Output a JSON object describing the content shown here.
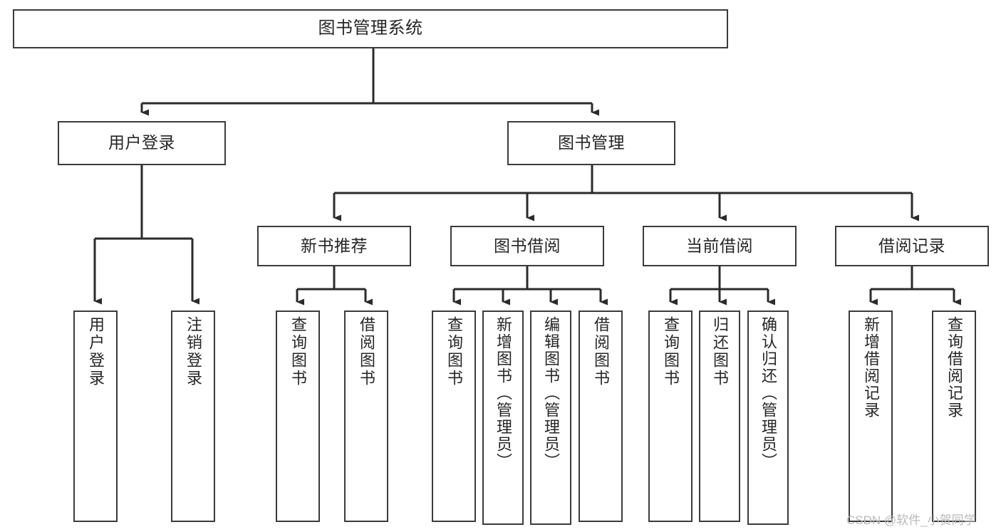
{
  "diagram": {
    "title": "图书管理系统",
    "type": "tree-hierarchy",
    "orientation": "top-down",
    "colors": {
      "box_border": "#3b3b3b",
      "box_fill": "#ffffff",
      "connector": "#2b2b2b",
      "text": "#262626",
      "watermark": "#b9b9b9",
      "background": "#ffffff"
    },
    "root": {
      "label": "图书管理系统"
    },
    "level2": [
      {
        "label": "用户登录"
      },
      {
        "label": "图书管理"
      }
    ],
    "level3": [
      {
        "label": "新书推荐"
      },
      {
        "label": "图书借阅"
      },
      {
        "label": "当前借阅"
      },
      {
        "label": "借阅记录"
      }
    ],
    "leaves": {
      "user_login": [
        {
          "label": "用户登录"
        },
        {
          "label": "注销登录"
        }
      ],
      "new_book_recommend": [
        {
          "label": "查询图书"
        },
        {
          "label": "借阅图书"
        }
      ],
      "book_borrow": [
        {
          "label": "查询图书"
        },
        {
          "label": "新增图书（管理员）"
        },
        {
          "label": "编辑图书（管理员）"
        },
        {
          "label": "借阅图书"
        }
      ],
      "current_borrow": [
        {
          "label": "查询图书"
        },
        {
          "label": "归还图书"
        },
        {
          "label": "确认归还（管理员）"
        }
      ],
      "borrow_record": [
        {
          "label": "新增借阅记录"
        },
        {
          "label": "查询借阅记录"
        }
      ]
    }
  },
  "watermark": {
    "text": "CSDN @软件_小贺同学"
  }
}
